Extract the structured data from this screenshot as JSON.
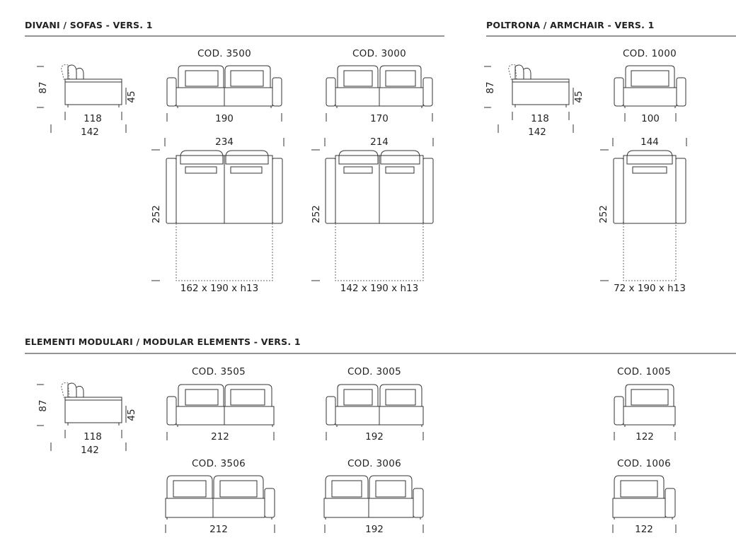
{
  "sections": {
    "sofas_title": "DIVANI / SOFAS - VERS. 1",
    "armchair_title": "POLTRONA / ARMCHAIR - VERS. 1",
    "modular_title": "ELEMENTI MODULARI / MODULAR ELEMENTS - VERS. 1"
  },
  "side": {
    "height": "87",
    "seat": "45",
    "depth_inner": "118",
    "depth_outer": "142"
  },
  "sofas": {
    "c3500": {
      "code": "COD. 3500",
      "width": "190",
      "top_width": "234",
      "length": "252",
      "bed": "162 x 190 x h13"
    },
    "c3000": {
      "code": "COD. 3000",
      "width": "170",
      "top_width": "214",
      "length": "252",
      "bed": "142 x 190 x h13"
    }
  },
  "armchair": {
    "c1000": {
      "code": "COD. 1000",
      "width": "100",
      "top_width": "144",
      "length": "252",
      "bed": "72 x 190 x h13"
    }
  },
  "modular": {
    "c3505": {
      "code": "COD. 3505",
      "width": "212"
    },
    "c3005": {
      "code": "COD. 3005",
      "width": "192"
    },
    "c1005": {
      "code": "COD. 1005",
      "width": "122"
    },
    "c3506": {
      "code": "COD. 3506",
      "width": "212"
    },
    "c3006": {
      "code": "COD. 3006",
      "width": "192"
    },
    "c1006": {
      "code": "COD. 1006",
      "width": "122"
    }
  }
}
